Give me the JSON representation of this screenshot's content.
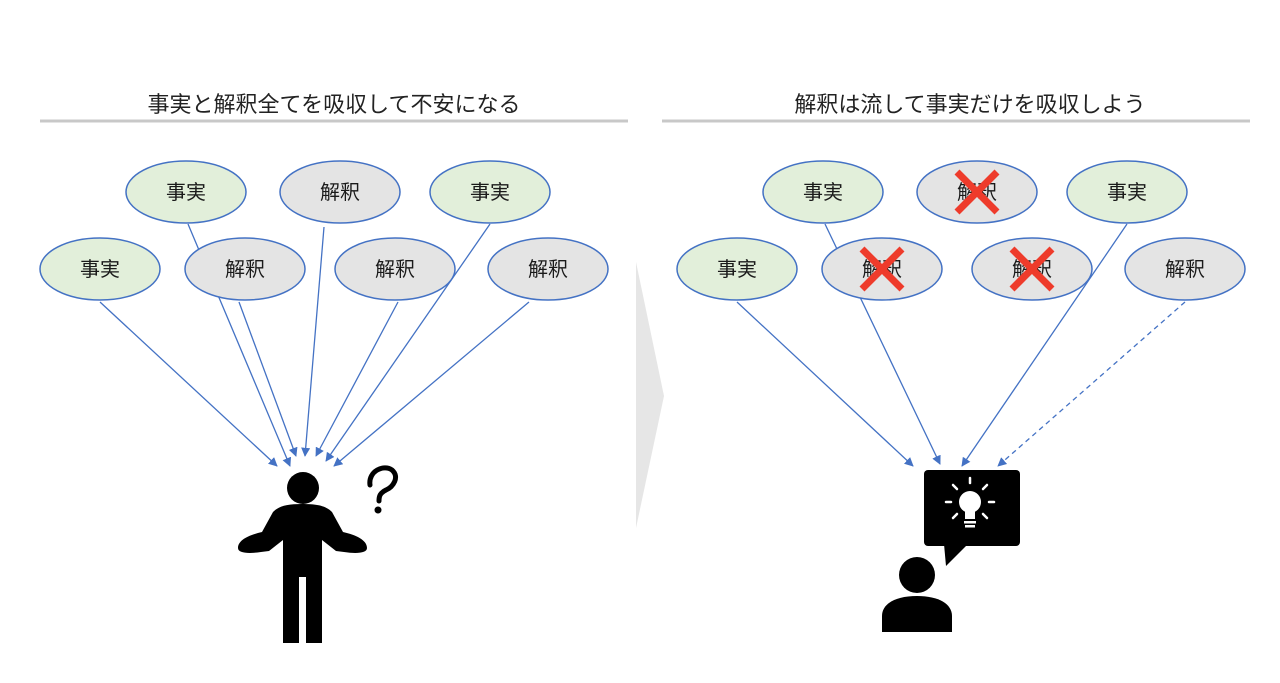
{
  "colors": {
    "fact_fill": "#e2efda",
    "interpretation_fill": "#e4e4e4",
    "node_stroke": "#4472c4",
    "arrow": "#4472c4",
    "rule": "#c8c8c8",
    "cross": "#ee3b2b",
    "divider_arrow": "#e6e6e6",
    "icon": "#000000"
  },
  "left_panel": {
    "title": "事実と解釈全てを吸収して不安になる",
    "nodes": [
      {
        "label": "事実",
        "kind": "fact"
      },
      {
        "label": "解釈",
        "kind": "interpretation"
      },
      {
        "label": "事実",
        "kind": "fact"
      },
      {
        "label": "事実",
        "kind": "fact"
      },
      {
        "label": "解釈",
        "kind": "interpretation"
      },
      {
        "label": "解釈",
        "kind": "interpretation"
      },
      {
        "label": "解釈",
        "kind": "interpretation"
      }
    ],
    "figure_icon": "confused-person-icon",
    "question_icon": "question-mark-icon"
  },
  "right_panel": {
    "title": "解釈は流して事実だけを吸収しよう",
    "nodes": [
      {
        "label": "事実",
        "kind": "fact",
        "rejected": false
      },
      {
        "label": "解釈",
        "kind": "interpretation",
        "rejected": true
      },
      {
        "label": "事実",
        "kind": "fact",
        "rejected": false
      },
      {
        "label": "事実",
        "kind": "fact",
        "rejected": false
      },
      {
        "label": "解釈",
        "kind": "interpretation",
        "rejected": true
      },
      {
        "label": "解釈",
        "kind": "interpretation",
        "rejected": true
      },
      {
        "label": "解釈",
        "kind": "interpretation",
        "rejected": false
      }
    ],
    "figure_icon": "person-icon",
    "bubble_icon": "lightbulb-speech-bubble-icon"
  }
}
